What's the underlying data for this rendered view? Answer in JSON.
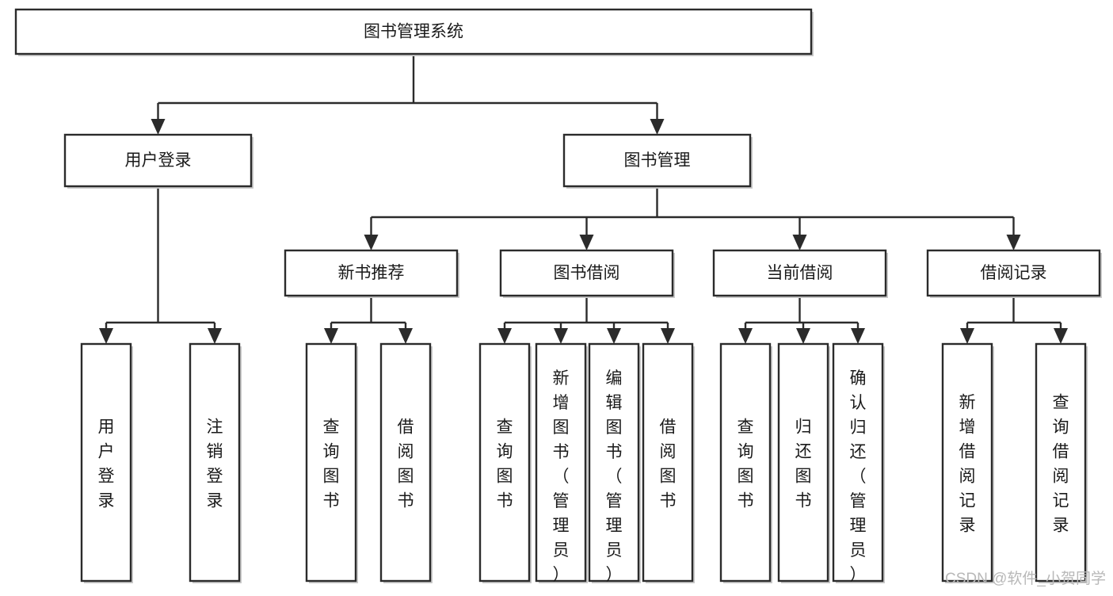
{
  "diagram": {
    "type": "hierarchy-tree",
    "title": "图书管理系统",
    "orientation": "top-down",
    "levels": 4,
    "root": {
      "id": "root",
      "label": "图书管理系统",
      "text_direction": "horizontal"
    },
    "level2": [
      {
        "id": "user-login",
        "label": "用户登录",
        "text_direction": "horizontal"
      },
      {
        "id": "book-management",
        "label": "图书管理",
        "text_direction": "horizontal"
      }
    ],
    "level3": [
      {
        "id": "new-book-recommend",
        "label": "新书推荐",
        "text_direction": "horizontal",
        "parent": "book-management"
      },
      {
        "id": "book-borrow",
        "label": "图书借阅",
        "text_direction": "horizontal",
        "parent": "book-management"
      },
      {
        "id": "current-borrow",
        "label": "当前借阅",
        "text_direction": "horizontal",
        "parent": "book-management"
      },
      {
        "id": "borrow-record",
        "label": "借阅记录",
        "text_direction": "horizontal",
        "parent": "book-management"
      }
    ],
    "leaves": [
      {
        "id": "leaf-user-login",
        "label": "用户登录",
        "text_direction": "vertical",
        "parent": "user-login"
      },
      {
        "id": "leaf-logout-login",
        "label": "注销登录",
        "text_direction": "vertical",
        "parent": "user-login"
      },
      {
        "id": "leaf-query-book-1",
        "label": "查询图书",
        "text_direction": "vertical",
        "parent": "new-book-recommend"
      },
      {
        "id": "leaf-borrow-book-1",
        "label": "借阅图书",
        "text_direction": "vertical",
        "parent": "new-book-recommend"
      },
      {
        "id": "leaf-query-book-2",
        "label": "查询图书",
        "text_direction": "vertical",
        "parent": "book-borrow"
      },
      {
        "id": "leaf-add-book",
        "label": "新增图书（管理员）",
        "text_direction": "vertical",
        "parent": "book-borrow"
      },
      {
        "id": "leaf-edit-book",
        "label": "编辑图书（管理员）",
        "text_direction": "vertical",
        "parent": "book-borrow"
      },
      {
        "id": "leaf-borrow-book-2",
        "label": "借阅图书",
        "text_direction": "vertical",
        "parent": "book-borrow"
      },
      {
        "id": "leaf-query-book-3",
        "label": "查询图书",
        "text_direction": "vertical",
        "parent": "current-borrow"
      },
      {
        "id": "leaf-return-book",
        "label": "归还图书",
        "text_direction": "vertical",
        "parent": "current-borrow"
      },
      {
        "id": "leaf-confirm-return",
        "label": "确认归还（管理员）",
        "text_direction": "vertical",
        "parent": "current-borrow"
      },
      {
        "id": "leaf-add-record",
        "label": "新增借阅记录",
        "text_direction": "vertical",
        "parent": "borrow-record"
      },
      {
        "id": "leaf-query-record",
        "label": "查询借阅记录",
        "text_direction": "vertical",
        "parent": "borrow-record"
      }
    ]
  },
  "watermark": {
    "text": "CSDN @软件_小贺同学"
  },
  "colors": {
    "box_stroke": "#2b2b2b",
    "box_fill": "#ffffff",
    "connector": "#2b2b2b",
    "text": "#1a1a1a",
    "watermark": "#b8b8b8",
    "background": "#ffffff"
  }
}
